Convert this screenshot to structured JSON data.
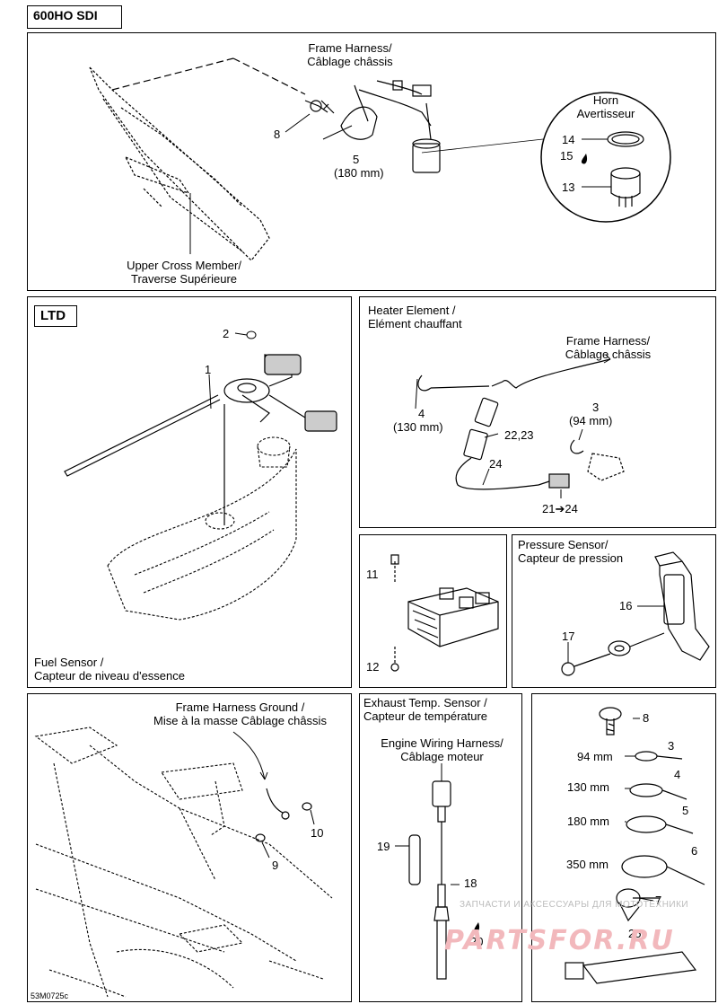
{
  "model_tag": "600HO SDI",
  "ltd_tag": "LTD",
  "panel1": {
    "frame_harness": [
      "Frame Harness/",
      "Câblage châssis"
    ],
    "horn": [
      "Horn",
      "Avertisseur"
    ],
    "upper_cross": [
      "Upper Cross Member/",
      "Traverse Supérieure"
    ],
    "n8": "8",
    "n5": "5",
    "n5_size": "(180 mm)",
    "n14": "14",
    "n15": "15",
    "n13": "13"
  },
  "panel_ltd": {
    "fuel_sensor": [
      "Fuel Sensor /",
      "Capteur de niveau d'essence"
    ],
    "n1": "1",
    "n2": "2"
  },
  "panel_heater": {
    "heater": [
      "Heater Element /",
      "Elément chauffant"
    ],
    "frame_harness": [
      "Frame Harness/",
      "Câblage châssis"
    ],
    "n4": "4",
    "n4_size": "(130 mm)",
    "n3": "3",
    "n3_size": "(94 mm)",
    "n22_23": "22,23",
    "n24": "24",
    "n21_24": "21➔24"
  },
  "panel_fusebox": {
    "n11": "11",
    "n12": "12"
  },
  "panel_pressure": {
    "pressure": [
      "Pressure Sensor/",
      "Capteur de pression"
    ],
    "n16": "16",
    "n17": "17"
  },
  "panel_ground": {
    "ground": [
      "Frame Harness Ground /",
      "Mise à la masse Câblage châssis"
    ],
    "n9": "9",
    "n10": "10"
  },
  "panel_exhaust": {
    "exhaust": [
      "Exhaust Temp. Sensor /",
      "Capteur de température"
    ],
    "engine_harness": [
      "Engine Wiring Harness/",
      "Câblage moteur"
    ],
    "n18": "18",
    "n19": "19",
    "n20": "20"
  },
  "panel_parts": {
    "n8": "8",
    "n3": "3",
    "s3": "94 mm",
    "n4": "4",
    "s4": "130 mm",
    "n5": "5",
    "s5": "180 mm",
    "n6": "6",
    "s6": "350 mm",
    "n7": "7",
    "n25": "25"
  },
  "watermark_text": "ЗАПЧАСТИ И АКСЕССУАРЫ ДЛЯ МОТОТЕХНИКИ",
  "watermark_logo": "PARTSFOR.RU",
  "figure_code": "53M0725c"
}
